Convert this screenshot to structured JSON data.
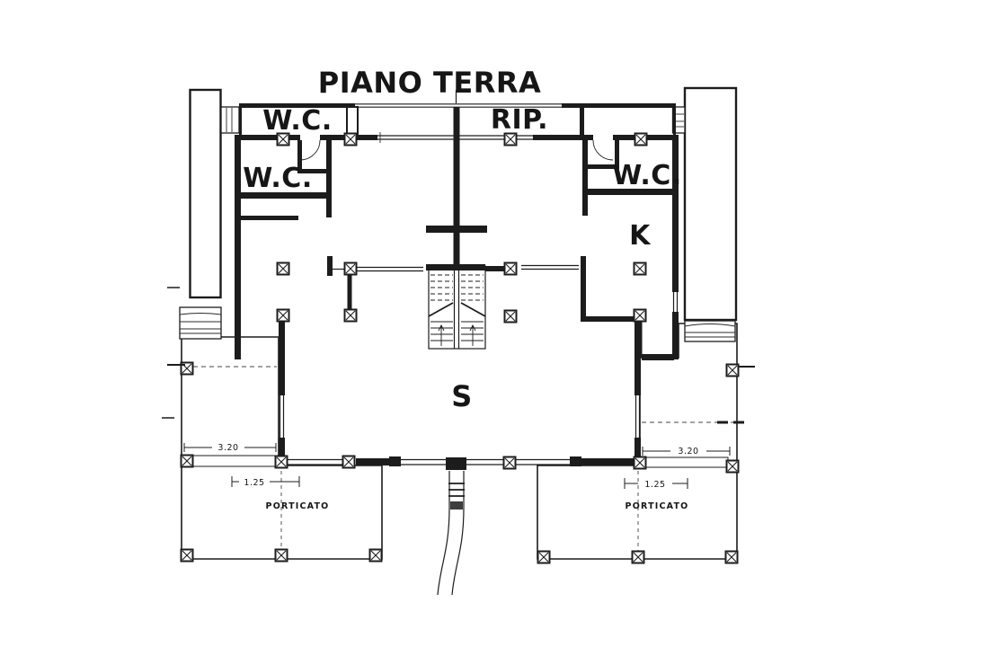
{
  "title": "PIANO TERRA",
  "colors": {
    "ink": "#1c1c1c",
    "paper": "#ffffff",
    "tile_line": "#5a5a5a"
  },
  "rooms": {
    "band_wc": "W.C.",
    "band_rip": "RIP.",
    "left_wc": "W.C.",
    "right_wc": "W.C.",
    "kitchen": "K",
    "living": "S"
  },
  "portico_left": {
    "label": "PORTICATO",
    "dim_depth": "3.20",
    "dim_width": "1.25"
  },
  "portico_right": {
    "label": "PORTICATO",
    "dim_depth": "3.20",
    "dim_width": "1.25"
  }
}
